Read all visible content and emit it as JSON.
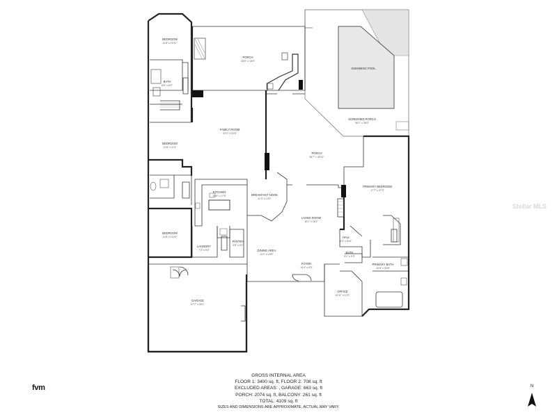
{
  "rooms": [
    {
      "id": "bedroom-1",
      "name": "BEDROOM",
      "dims": "11'8\" x 13'11\""
    },
    {
      "id": "bath-1",
      "name": "BATH",
      "dims": "8'6\" x 8'0\""
    },
    {
      "id": "porch-top",
      "name": "PORCH",
      "dims": "33'6\" x 18'9\""
    },
    {
      "id": "swimming-pool",
      "name": "SWIMMING POOL",
      "dims": ""
    },
    {
      "id": "screened-porch",
      "name": "SCREENED PORCH",
      "dims": "28'1\" x 38'0\""
    },
    {
      "id": "family-room",
      "name": "FAMILY ROOM",
      "dims": "22'0\" x 22'6\""
    },
    {
      "id": "bedroom-2",
      "name": "BEDROOM",
      "dims": "11'8\" x 11'4\""
    },
    {
      "id": "porch-mid",
      "name": "PORCH",
      "dims": "26'7\" x 25'11\""
    },
    {
      "id": "kitchen",
      "name": "KITCHEN",
      "dims": "15'6\" x 17'8\""
    },
    {
      "id": "breakfast-nook",
      "name": "BREAKFAST NOOK",
      "dims": "11'3\" x 13'0\""
    },
    {
      "id": "primary-bedroom",
      "name": "PRIMARY BEDROOM",
      "dims": "17'7\" x 27'3\""
    },
    {
      "id": "living-room",
      "name": "LIVING ROOM",
      "dims": "15'1\" x 18'2\""
    },
    {
      "id": "bedroom-3",
      "name": "BEDROOM",
      "dims": "11'8\" x 13'10\""
    },
    {
      "id": "laundry",
      "name": "LAUNDRY",
      "dims": "7'3\" x 9'3\""
    },
    {
      "id": "pantry",
      "name": "PANTRY",
      "dims": "4'8\" x 6'1\""
    },
    {
      "id": "hall",
      "name": "HALL",
      "dims": "4'3\" x 8'11\""
    },
    {
      "id": "dining-area",
      "name": "DINING AREA",
      "dims": "11'2\" x 18'5\""
    },
    {
      "id": "bath-2",
      "name": "BATH",
      "dims": "5'1\" x 5'3\""
    },
    {
      "id": "primary-bath",
      "name": "PRIMARY BATH",
      "dims": "12'8\" x 20'8\""
    },
    {
      "id": "foyer",
      "name": "FOYER",
      "dims": "14'4\" x 9'5\""
    },
    {
      "id": "office",
      "name": "OFFICE",
      "dims": "10'11\" x 12'2\""
    },
    {
      "id": "garage",
      "name": "GARAGE",
      "dims": "27'7\" x 25'1\""
    }
  ],
  "legend": {
    "title": "GROSS INTERNAL AREA",
    "line1": "FLOOR 1: 3400 sq. ft, FLOOR 2: 708 sq. ft",
    "line2": "EXCLUDED AREAS: , GARAGE: 663 sq. ft",
    "line3": "PORCH: 2074 sq. ft, BALCONY: 261 sq. ft",
    "line4": "TOTAL: 4109 sq. ft",
    "line5": "SIZES AND DIMENSIONS ARE APPROXIMATE, ACTUAL MAY VARY."
  },
  "brand": "fvm",
  "compass": {
    "letter": "N",
    "icon": "north-arrow-icon"
  },
  "watermark": "Stellar MLS"
}
